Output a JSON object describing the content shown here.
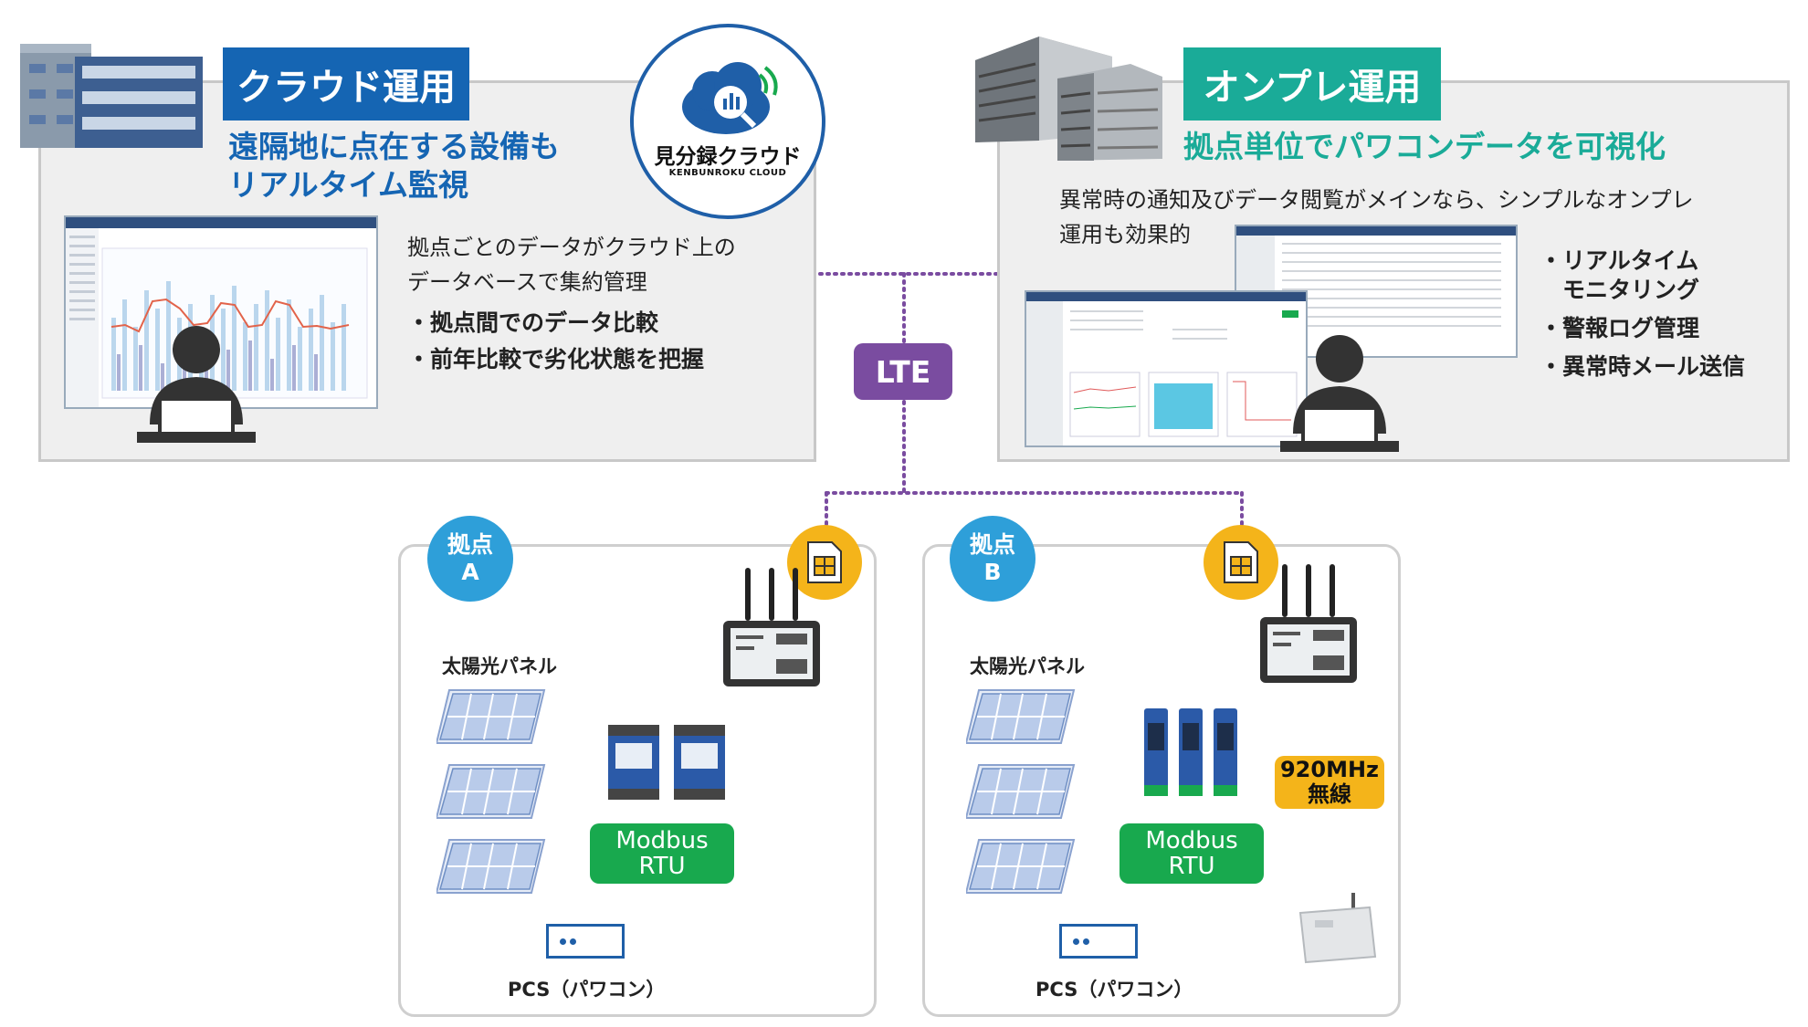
{
  "cloud": {
    "title": "クラウド運用",
    "heading": [
      "遠隔地に点在する設備も",
      "リアルタイム監視"
    ],
    "body": [
      "拠点ごとのデータがクラウド上の",
      "データベースで集約管理"
    ],
    "bullets": [
      "・拠点間でのデータ比較",
      "・前年比較で劣化状態を把握"
    ],
    "logo": {
      "name": "見分録クラウド",
      "sub": "KENBUNROKU CLOUD"
    },
    "color": "#1565b3"
  },
  "onprem": {
    "title": "オンプレ運用",
    "heading": "拠点単位でパワコンデータを可視化",
    "body": [
      "異常時の通知及びデータ閲覧がメインなら、シンプルなオンプレ",
      "運用も効果的"
    ],
    "bullets": [
      "・リアルタイム",
      "　モニタリング",
      "・警報ログ管理",
      "・異常時メール送信"
    ],
    "color": "#1aab98"
  },
  "network": {
    "lte": "LTE",
    "line_color": "#7a4ca0"
  },
  "site_a": {
    "badge": [
      "拠点",
      "A"
    ],
    "panel_label": "太陽光パネル",
    "modbus": [
      "Modbus",
      "RTU"
    ],
    "pcs_label": "PCS（パワコン）"
  },
  "site_b": {
    "badge": [
      "拠点",
      "B"
    ],
    "panel_label": "太陽光パネル",
    "modbus": [
      "Modbus",
      "RTU"
    ],
    "wireless": [
      "920MHz",
      "無線"
    ],
    "pcs_label": "PCS（パワコン）"
  },
  "icons": [
    "building-icon",
    "office-building-icon",
    "cloud-logo-icon",
    "person-icon",
    "sim-card-icon",
    "router-icon",
    "meter-icon",
    "solar-panel-icon",
    "pcs-icon",
    "wireless-unit-icon"
  ]
}
